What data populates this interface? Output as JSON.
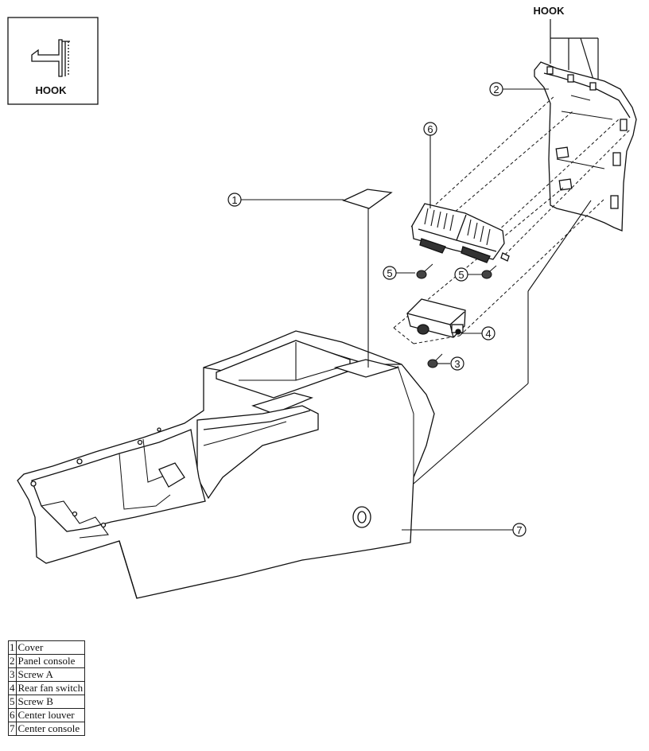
{
  "inset": {
    "label": "HOOK"
  },
  "hook_label": "HOOK",
  "callouts": [
    {
      "id": "callout-1",
      "number": "1"
    },
    {
      "id": "callout-2",
      "number": "2"
    },
    {
      "id": "callout-3",
      "number": "3"
    },
    {
      "id": "callout-4",
      "number": "4"
    },
    {
      "id": "callout-5a",
      "number": "5"
    },
    {
      "id": "callout-5b",
      "number": "5"
    },
    {
      "id": "callout-6",
      "number": "6"
    },
    {
      "id": "callout-7",
      "number": "7"
    }
  ],
  "legend": [
    {
      "number": "1",
      "label": "Cover"
    },
    {
      "number": "2",
      "label": "Panel console"
    },
    {
      "number": "3",
      "label": "Screw A"
    },
    {
      "number": "4",
      "label": "Rear fan switch"
    },
    {
      "number": "5",
      "label": "Screw B"
    },
    {
      "number": "6",
      "label": "Center louver"
    },
    {
      "number": "7",
      "label": "Center console"
    }
  ]
}
